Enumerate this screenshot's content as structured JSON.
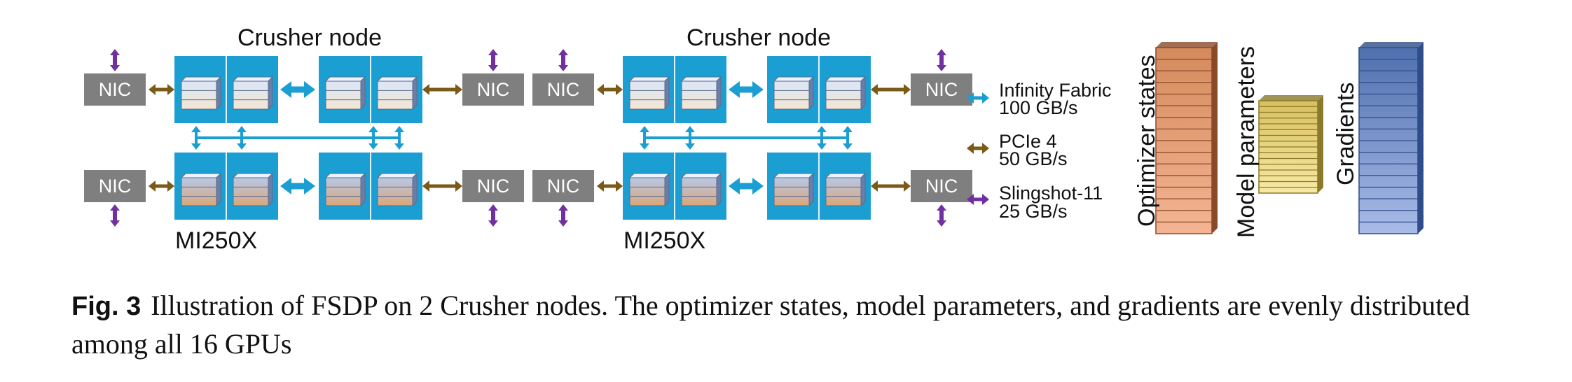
{
  "diagram": {
    "nodes": [
      {
        "title": "Crusher node",
        "gpu_label": "MI250X"
      },
      {
        "title": "Crusher node",
        "gpu_label": "MI250X"
      }
    ],
    "nic_label": "NIC",
    "legend": [
      {
        "line1": "Infinity Fabric",
        "line2": "100 GB/s",
        "color": "#1b9fd2"
      },
      {
        "line1": "PCIe 4",
        "line2": "50 GB/s",
        "color": "#7a5a16"
      },
      {
        "line1": "Slingshot-11",
        "line2": "25 GB/s",
        "color": "#7030a0"
      }
    ],
    "stacks": [
      {
        "label": "Optimizer states",
        "rows": 16
      },
      {
        "label": "Model parameters",
        "rows": 16
      },
      {
        "label": "Gradients",
        "rows": 16
      }
    ],
    "colors": {
      "board": "#1b9fd2",
      "nic": "#7f7f7f",
      "pcie": "#7a5a16",
      "slingshot": "#7030a0",
      "optimizer": "#f0a77e",
      "params": "#f3e08a",
      "gradients": "#8ea6dd"
    }
  },
  "caption": {
    "fig_num": "Fig. 3",
    "text": "Illustration of FSDP on 2 Crusher nodes. The optimizer states, model parameters, and gradients are evenly distributed among all 16 GPUs"
  }
}
